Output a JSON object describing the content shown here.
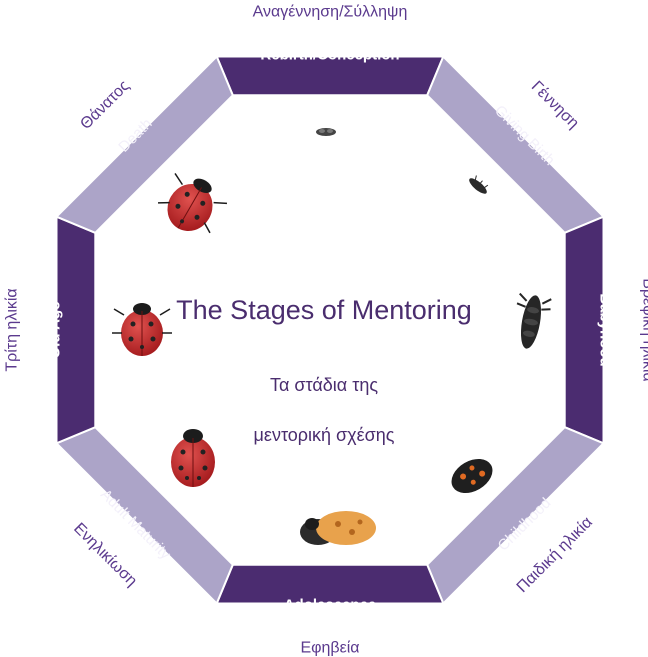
{
  "title_en": "The Stages of Mentoring",
  "title_gr_line1": "Τα στάδια της",
  "title_gr_line2": "μεντορική σχέσης",
  "colors": {
    "dark": "#4b2c70",
    "light": "#aca4c8",
    "text": "#5b3a8e",
    "band_text_dark": "#ffffff",
    "band_text_light": "#f3f0fa"
  },
  "stages": [
    {
      "en": "Rebirth/Conception",
      "gr": "Αναγέννηση/Σύλληψη",
      "tone": "dark"
    },
    {
      "en": "Giving Birth",
      "gr": "Γέννηση",
      "tone": "light"
    },
    {
      "en": "Babyhood",
      "gr": "Βρεφική ηλικία",
      "tone": "dark"
    },
    {
      "en": "Childhood",
      "gr": "Παιδική ηλικία",
      "tone": "light"
    },
    {
      "en": "Adolescence",
      "gr": "Εφηβεία",
      "tone": "dark"
    },
    {
      "en": "Adult Maturity",
      "gr": "Ενηλικίωση",
      "tone": "light"
    },
    {
      "en": "Old Age",
      "gr": "Τρίτη ηλικία",
      "tone": "dark"
    },
    {
      "en": "Death",
      "gr": "Θάνατος",
      "tone": "light"
    }
  ],
  "illustrations": [
    "egg-cluster-icon",
    "larva-small-icon",
    "larva-large-icon",
    "pupa-icon",
    "emerging-ladybug-icon",
    "ladybug-icon",
    "ladybug-icon",
    "ladybug-icon"
  ]
}
